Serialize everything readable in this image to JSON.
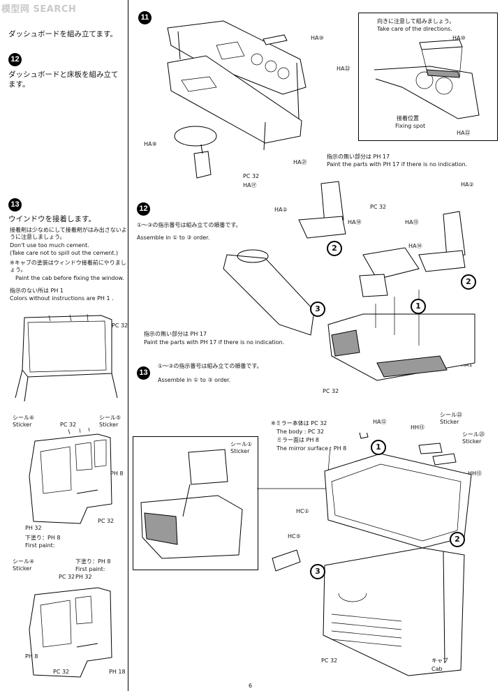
{
  "watermark": {
    "text": "模型网 SEARCH"
  },
  "left_col": {
    "top_text": "ダッシュボードを組み立てます。",
    "step12": {
      "num": "12",
      "jp": "ダッシュボードと床板を組み立てます。"
    },
    "step13": {
      "num": "13",
      "title": "ウインドウを接着します。",
      "note1_jp": "接着剤は少なめにして接着剤がはみ出さないように注意しましょう。",
      "note1_en1": "Don't use too much cement.",
      "note1_en2": "(Take care not to spill out the cement.)",
      "note2_jp": "※キャブの塗装はウィンドウ接着前にやりましょう。",
      "note2_en": "Paint the cab before fixing the window.",
      "note3_jp": "指示のない所は PH 1",
      "note3_en": "Colors without instructions are PH 1 ."
    },
    "labels": {
      "pc32_a": "PC 32",
      "sticker6": "シール⑥ Sticker",
      "sticker5": "シール⑤ Sticker",
      "pc32_b": "PC 32",
      "ph8_a": "PH 8",
      "pc32_c": "PC 32",
      "ph32": "PH 32",
      "first_jp": "下塗り：PH 8",
      "first_en": "First paint:",
      "sticker4": "シール④ Sticker",
      "first2_jp": "下塗り：PH 8",
      "first2_en": "First paint:",
      "pc32_d": "PC 32",
      "ph32_b": "PH 32",
      "ph8_b": "PH 8",
      "pc32_e": "PC 32",
      "ph18": "PH 18"
    }
  },
  "step11": {
    "num": "11",
    "labels": {
      "ha10": "HA⑩",
      "ha22": "HA㉒",
      "ha9": "HA⑨",
      "ha21": "HA㉑",
      "pc32": "PC 32",
      "ha17": "HA⑰"
    },
    "inset": {
      "note_jp": "向きに注意して組みましょう。",
      "note_en": "Take care of the directions.",
      "ha10": "HA⑩",
      "fix_jp": "接着位置",
      "fix_en": "Fixing spot",
      "ha22": "HA㉒"
    },
    "paint_note_jp": "指示の無い部分は PH 17",
    "paint_note_en": "Paint the parts with PH 17 if there is no indication."
  },
  "step12": {
    "num": "12",
    "order_jp": "①～③の指示番号は組み立ての順番です。",
    "order_en": "Assemble in ① to ③ order.",
    "labels": {
      "ha2_a": "HA②",
      "pc32": "PC 32",
      "ha18": "HA⑱",
      "ha13": "HA⑬",
      "ha2_b": "HA②",
      "ha14": "HA⑭",
      "ha1": "HA1",
      "pc32_b": "PC 32"
    },
    "paint_note_jp": "指示の無い部分は PH 17",
    "paint_note_en": "Paint the parts with PH 17 if there is no indication."
  },
  "step13": {
    "num": "13",
    "order_jp": "①～③の指示番号は組み立ての順番です。",
    "order_en": "Assemble in ① to ③ order.",
    "mirror_jp": "※ミラー本体は PC 32",
    "body_en": "The body : PC 32",
    "mirror_surface_jp": "ミラー面は PH 8",
    "mirror_surface_en": "The mirror surface : PH 8",
    "labels": {
      "ha12": "HA⑫",
      "sticker22": "シール㉒ Sticker",
      "hh13_a": "HH⑬",
      "sticker23": "シール㉓ Sticker",
      "hh13_b": "HH⑬",
      "sticker1": "シール① Sticker",
      "hc1": "HC①",
      "hc5": "HC⑤",
      "pc32": "PC 32",
      "cab_jp": "キャブ",
      "cab_en": "Cab"
    }
  },
  "page_number": "6"
}
